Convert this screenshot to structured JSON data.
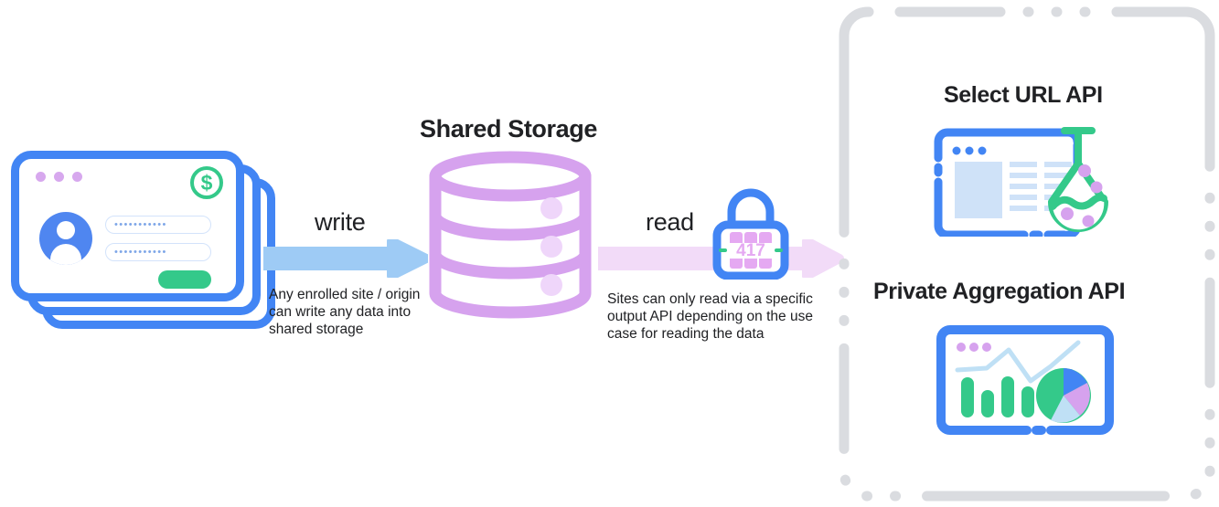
{
  "diagram": {
    "title_shared_storage": "Shared Storage",
    "left_stack": {
      "name": "website-card-stack",
      "window_dots": [
        "dot",
        "dot",
        "dot"
      ],
      "badge_icon": "dollar-icon",
      "badge_symbol": "$",
      "avatar_icon": "user-avatar-icon",
      "username_value": "•••••••••••",
      "password_value": "•••••••••••",
      "submit_label": ""
    },
    "write_flow": {
      "label": "write",
      "note": "Any enrolled site / origin can write any data into shared storage",
      "arrow_color": "#9ecbf5"
    },
    "read_flow": {
      "label": "read",
      "note": "Sites can only read via a specific output API depending on the use case for reading the data",
      "arrow_color": "#f2dbf8",
      "lock_icon": "padlock-icon",
      "lock_combination": "417"
    },
    "storage": {
      "icon": "database-cylinder-icon",
      "tier_count": 3,
      "color": "#d6a2ee"
    },
    "output_apis": [
      {
        "title": "Select URL API",
        "illustration": "browser-window-with-flask-icon",
        "accent_color": "#34c98a"
      },
      {
        "title": "Private Aggregation API",
        "illustration": "browser-window-with-charts-icon",
        "accent_color": "#4285f4"
      }
    ],
    "colors": {
      "blue": "#4285f4",
      "light_blue": "#9ecbf5",
      "green": "#34c98a",
      "purple": "#d6a2ee",
      "light_purple": "#f2dbf8",
      "text": "#202124",
      "dashed_border": "#dadce0"
    }
  }
}
